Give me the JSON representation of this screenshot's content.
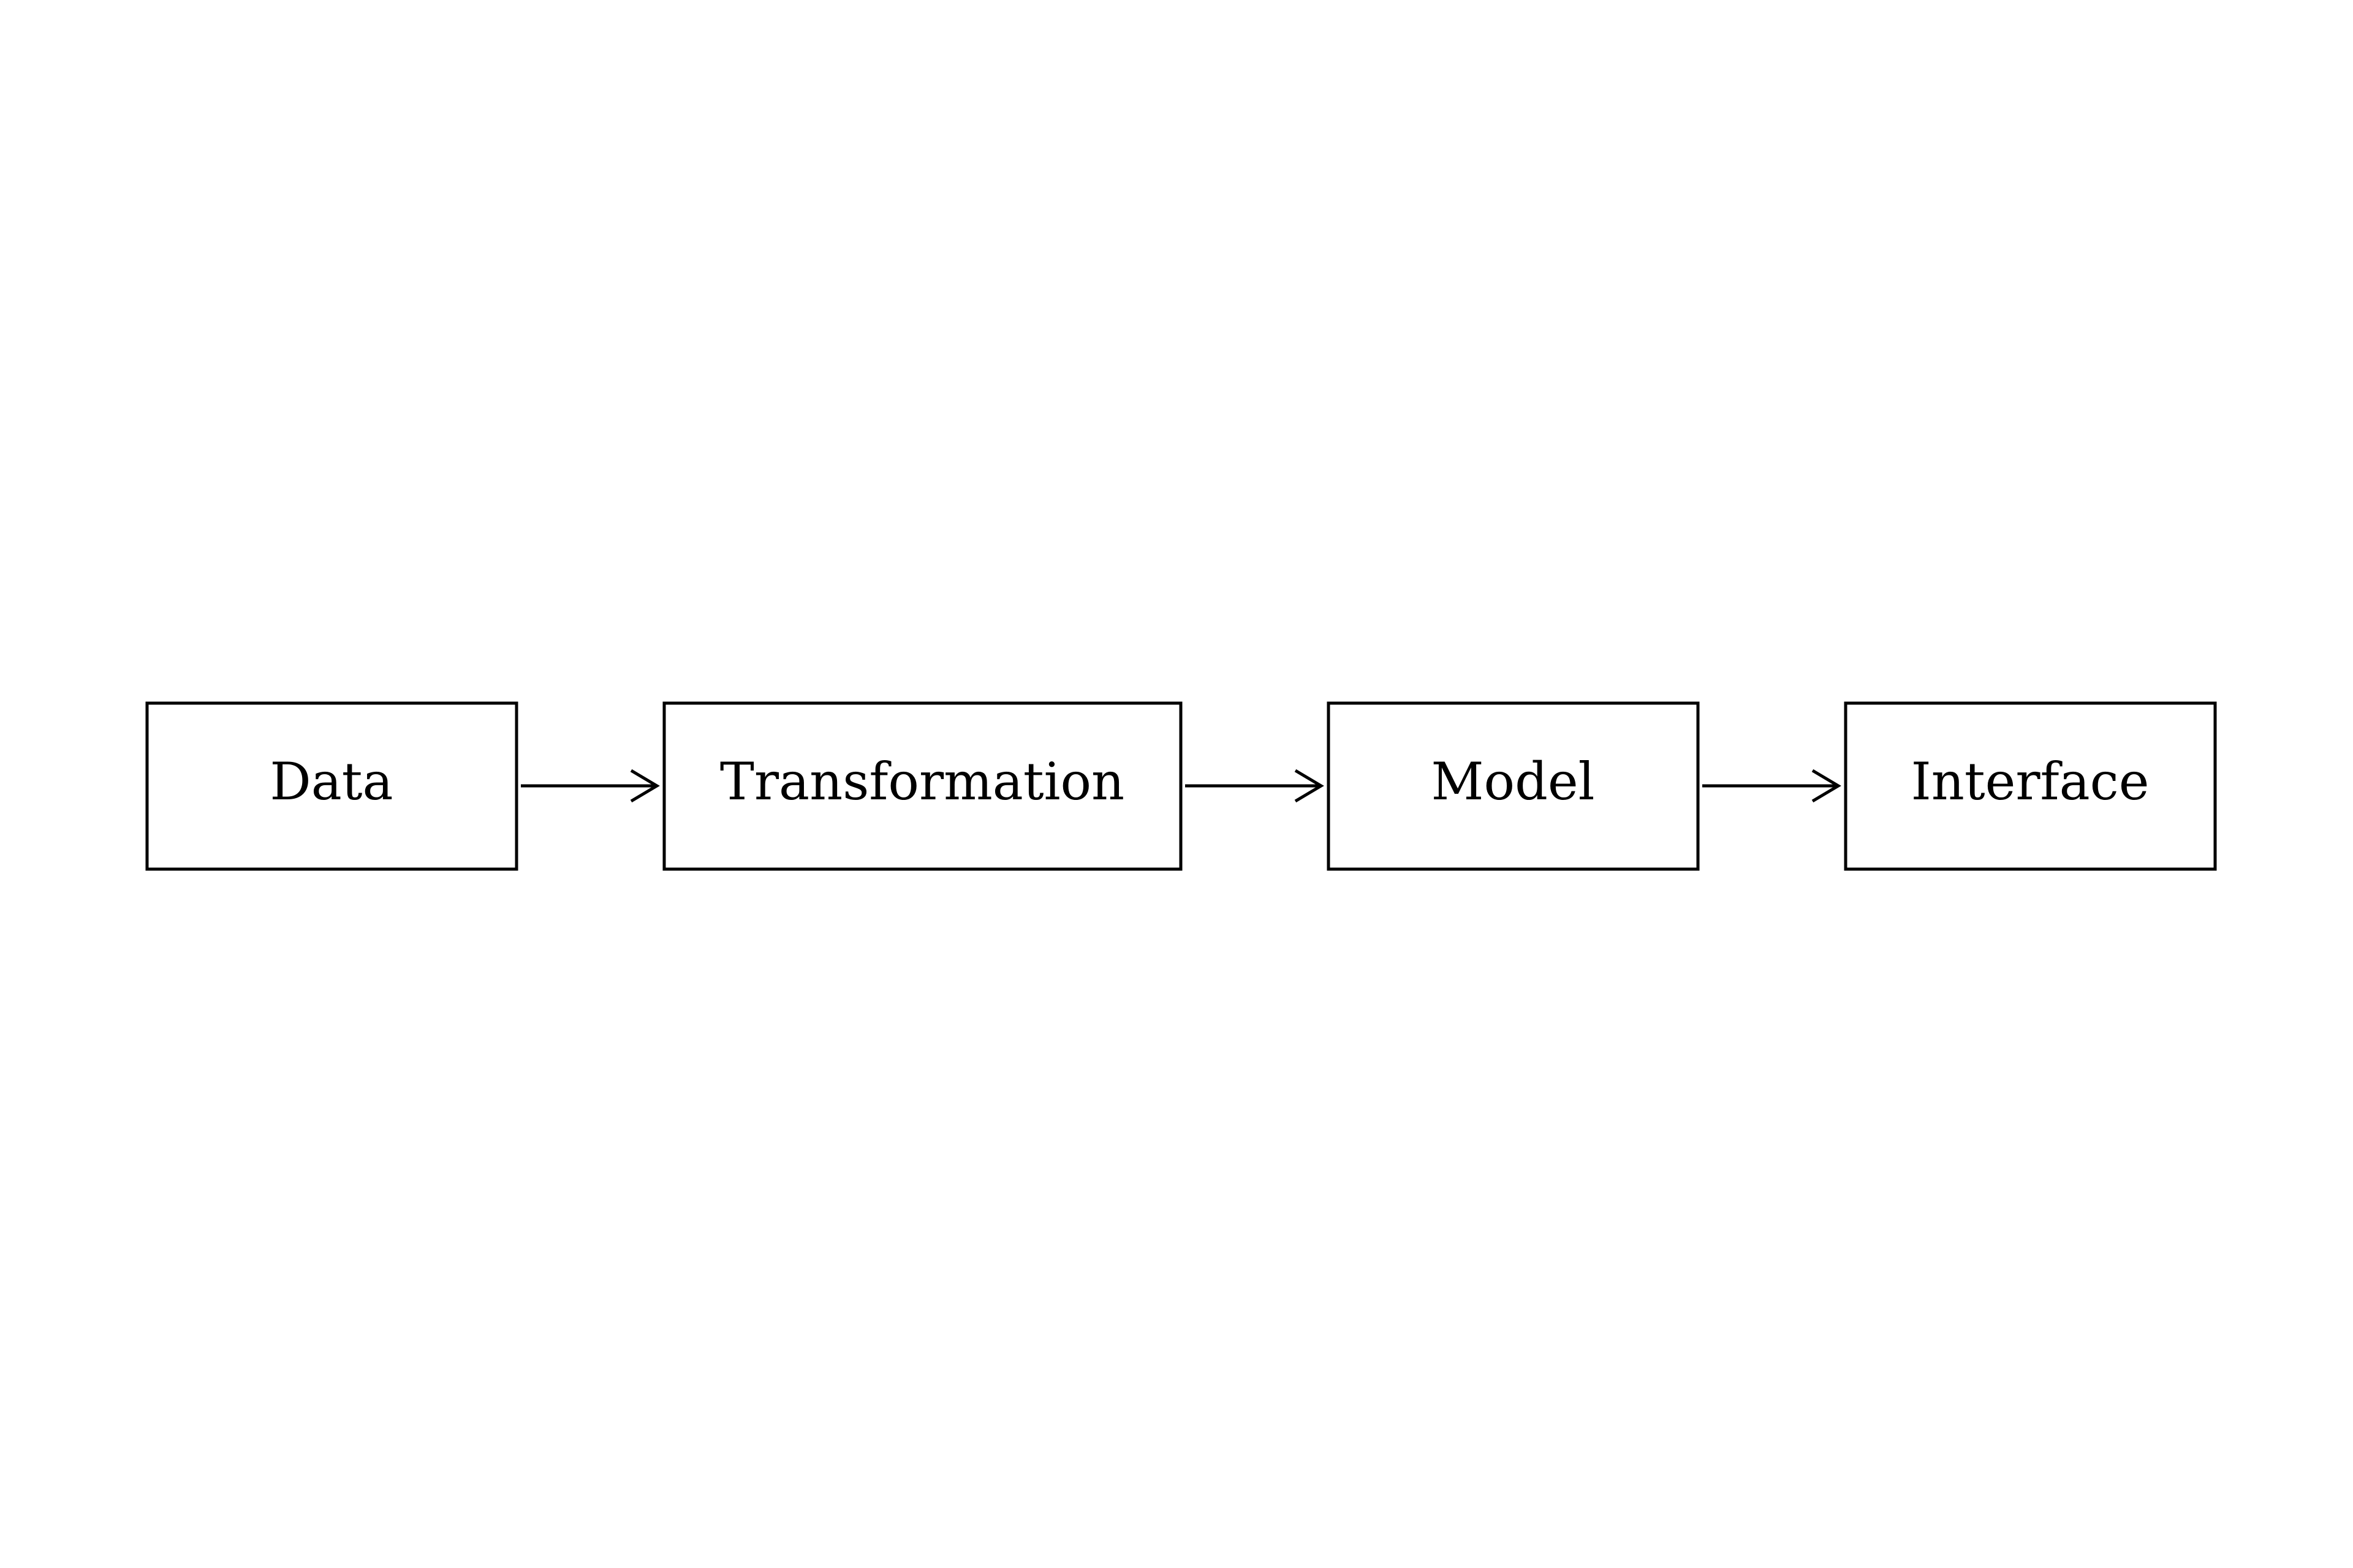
{
  "diagram": {
    "type": "flowchart",
    "direction": "left-to-right",
    "nodes": [
      {
        "id": "data",
        "label": "Data"
      },
      {
        "id": "transformation",
        "label": "Transformation"
      },
      {
        "id": "model",
        "label": "Model"
      },
      {
        "id": "interface",
        "label": "Interface"
      }
    ],
    "edges": [
      {
        "from": "data",
        "to": "transformation"
      },
      {
        "from": "transformation",
        "to": "model"
      },
      {
        "from": "model",
        "to": "interface"
      }
    ],
    "colors": {
      "background": "#ffffff",
      "stroke": "#000000",
      "text": "#000000"
    }
  }
}
